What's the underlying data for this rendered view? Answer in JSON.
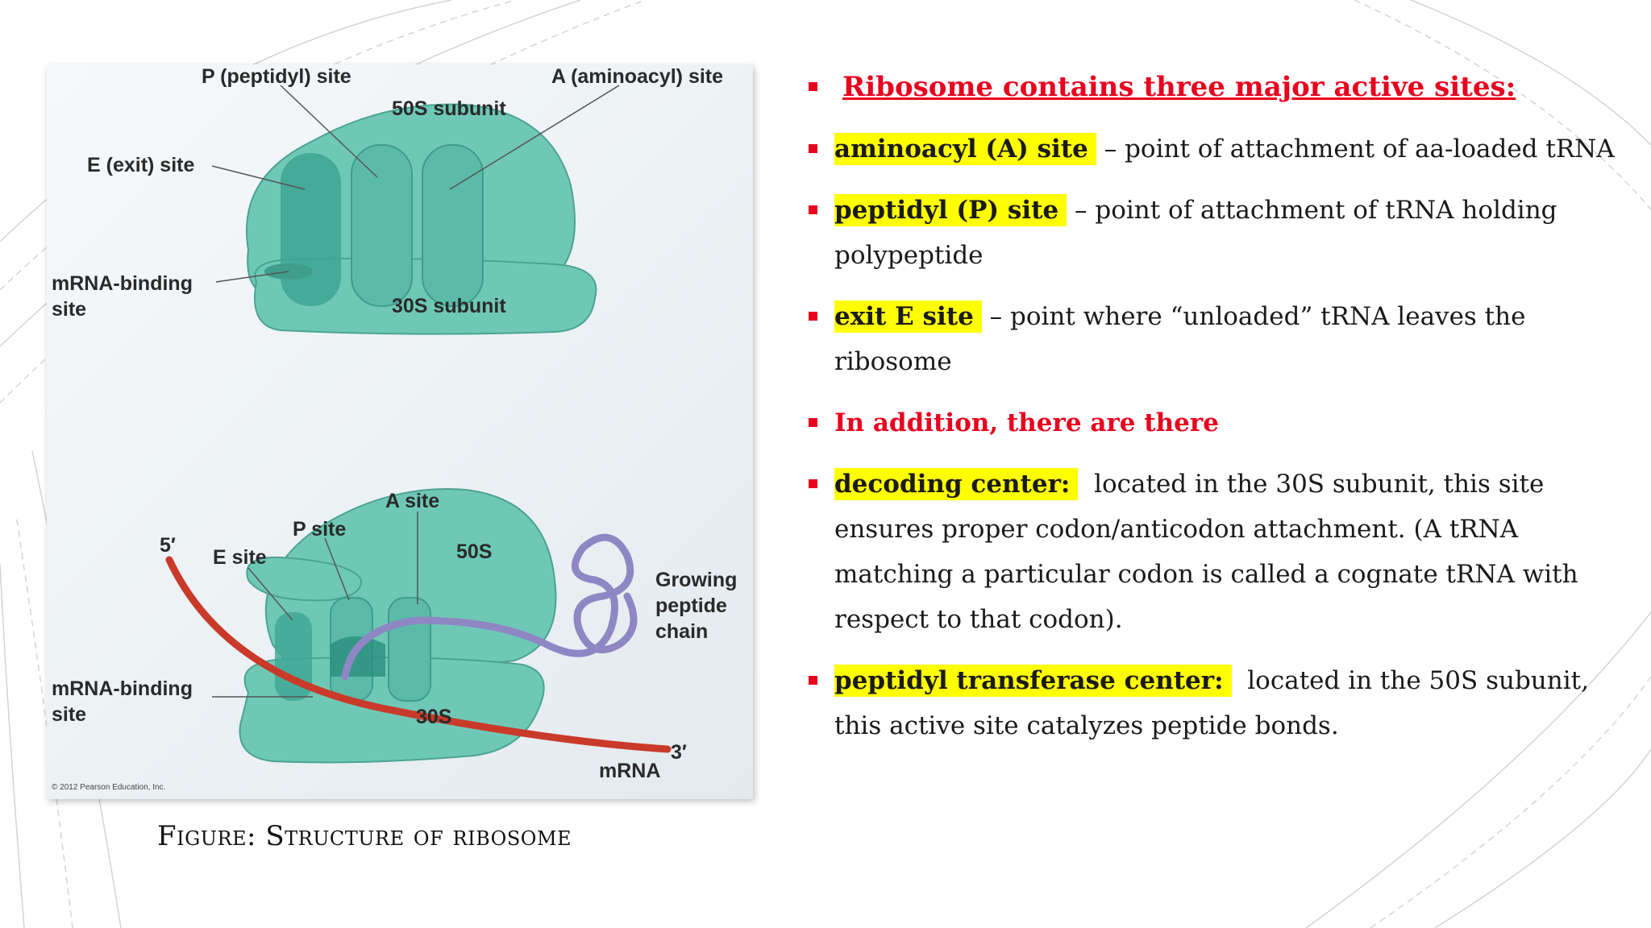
{
  "figure": {
    "top": {
      "p_site": "P (peptidyl) site",
      "a_site": "A (aminoacyl) site",
      "e_site": "E (exit) site",
      "subunit_50s": "50S subunit",
      "subunit_30s": "30S subunit",
      "mrna_binding_line1": "mRNA-binding",
      "mrna_binding_line2": "site"
    },
    "bottom": {
      "a_site": "A site",
      "p_site": "P site",
      "e_site": "E site",
      "five_prime": "5′",
      "three_prime": "3′",
      "label_50s": "50S",
      "label_30s": "30S",
      "growing_line1": "Growing",
      "growing_line2": "peptide",
      "growing_line3": "chain",
      "mrna_binding_line1": "mRNA-binding",
      "mrna_binding_line2": "site",
      "mrna": "mRNA"
    },
    "copyright": "© 2012 Pearson Education, Inc.",
    "caption": "Figure: Structure of ribosome"
  },
  "colors": {
    "ribosome": "#6fc8b5",
    "ribosome_dark": "#3f9d8c",
    "mrna": "#c93a2a",
    "peptide": "#8f86c4",
    "bullet_marker": "#e8001e",
    "highlight": "#ffff00"
  },
  "bullets": [
    {
      "heading": "Ribosome contains three major active sites:"
    },
    {
      "term": "aminoacyl (A) site",
      "text": " – point of attachment of aa-loaded tRNA"
    },
    {
      "term": "peptidyl (P) site",
      "text": " – point of attachment of tRNA holding polypeptide"
    },
    {
      "term": "exit E site",
      "text": " – point where “unloaded” tRNA leaves the ribosome"
    },
    {
      "red": "In addition, there are there"
    },
    {
      "term": "decoding center:",
      "text": "  located in the 30S subunit, this site ensures proper codon/anticodon attachment. (A tRNA matching a particular codon is called a cognate tRNA with respect to that codon)."
    },
    {
      "term": "peptidyl transferase center:",
      "text": "  located in the 50S subunit, this active site catalyzes peptide bonds."
    }
  ]
}
